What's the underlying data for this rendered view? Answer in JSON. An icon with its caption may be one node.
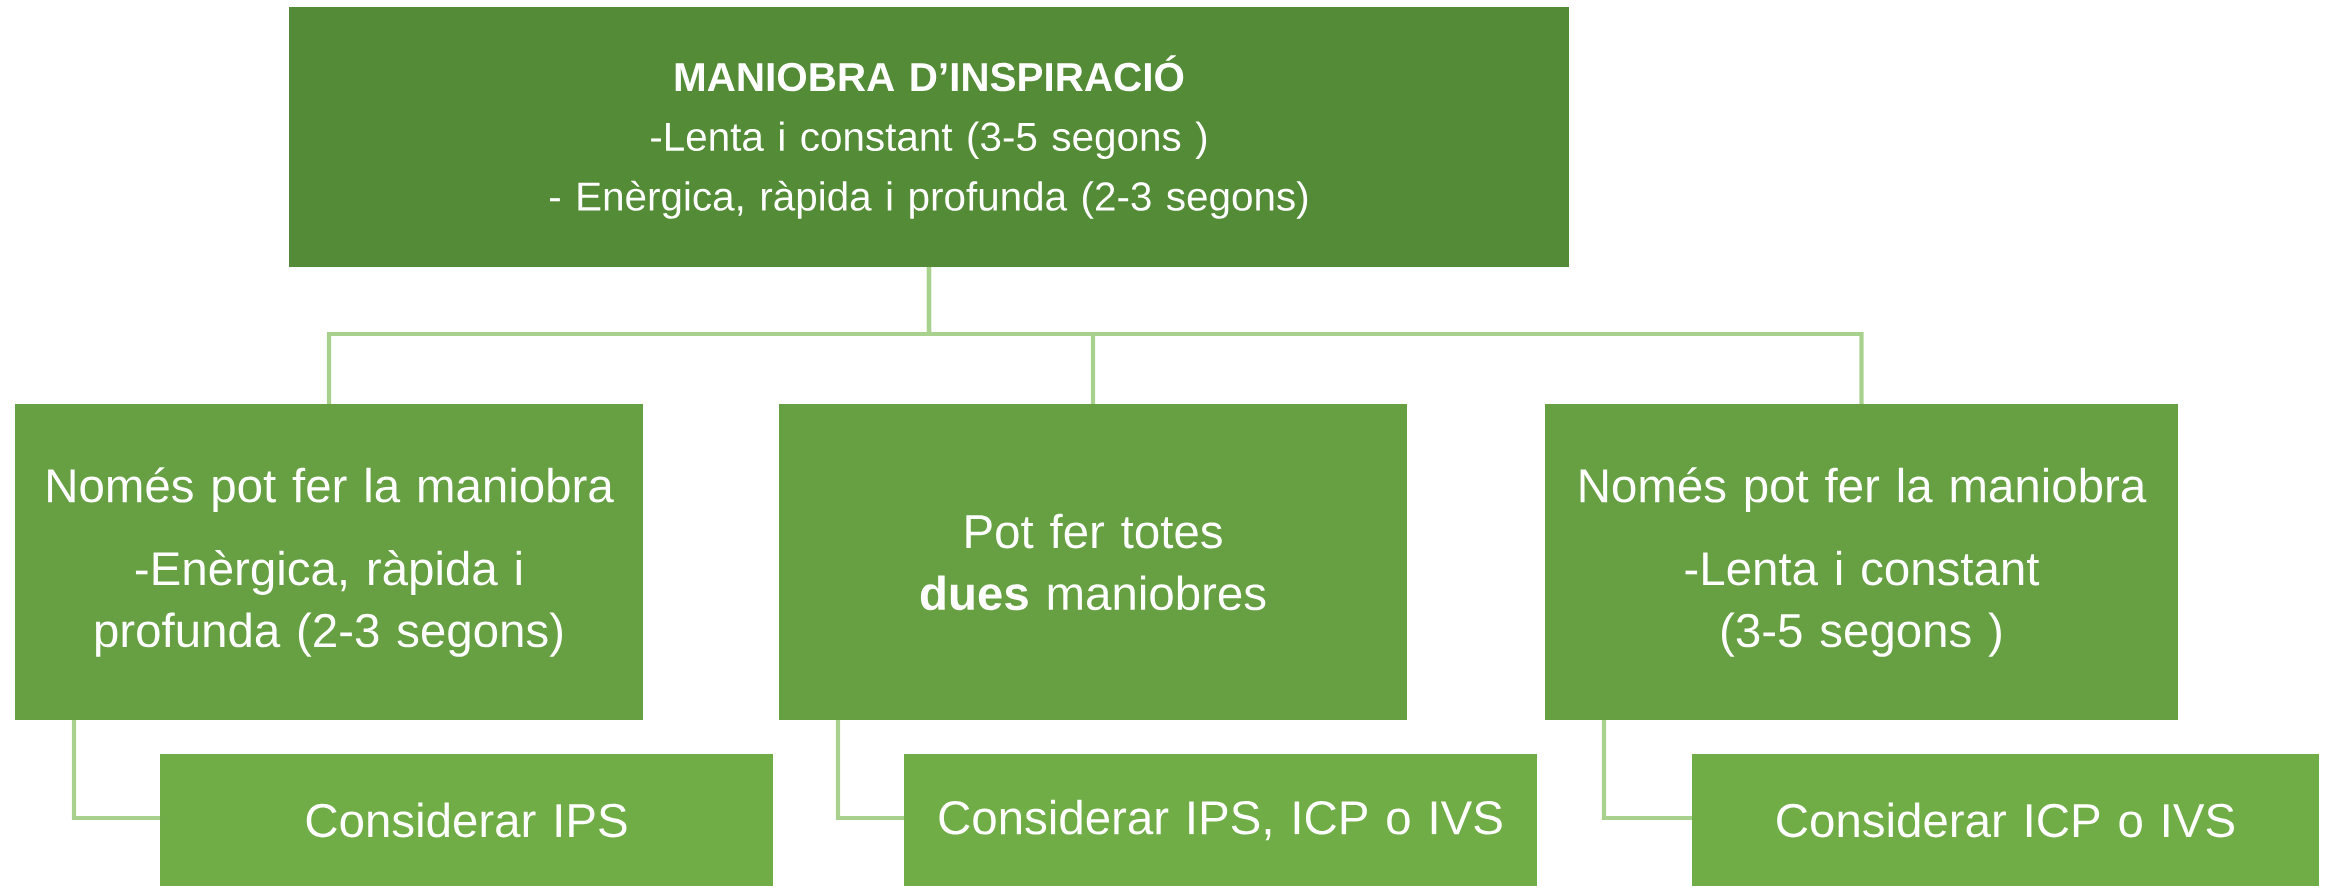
{
  "diagram": {
    "nodes": [
      {
        "text": [
          "MANIOBRA D’INSPIRACIÓ",
          "-Lenta i constant (3-5 segons )",
          "- Enèrgica, ràpida i profunda (2-3 segons)"
        ]
      },
      {
        "text": [
          "Només pot fer la maniobra",
          "-Enèrgica, ràpida i profunda (2-3 segons)"
        ]
      },
      {
        "text": [
          "Pot fer totes **dues** maniobres"
        ]
      },
      {
        "text": [
          "Només pot fer la maniobra",
          "-Lenta i constant (3-5 segons )"
        ]
      },
      {
        "text": [
          "Considerar IPS"
        ]
      },
      {
        "text": [
          "Considerar IPS, ICP o IVS"
        ]
      },
      {
        "text": [
          "Considerar ICP o IVS"
        ]
      }
    ],
    "edges": [
      {
        "from": 0,
        "to": 1,
        "arrow": "none"
      },
      {
        "from": 0,
        "to": 2,
        "arrow": "none"
      },
      {
        "from": 0,
        "to": 3,
        "arrow": "none"
      },
      {
        "from": 1,
        "to": 4,
        "arrow": "none"
      },
      {
        "from": 2,
        "to": 5,
        "arrow": "none"
      },
      {
        "from": 3,
        "to": 6,
        "arrow": "none"
      }
    ]
  }
}
